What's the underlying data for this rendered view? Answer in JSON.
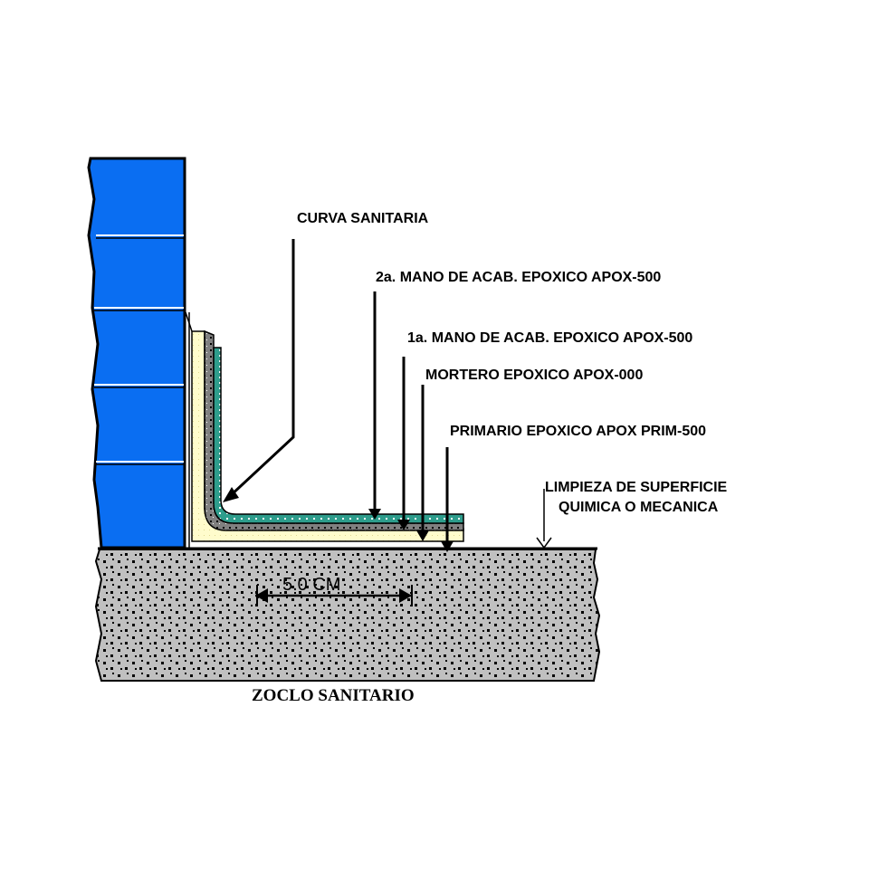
{
  "colors": {
    "brick": "#0a6ef2",
    "brick_outline": "#000000",
    "concrete": "#c0c0c0",
    "mortar_layer": "#808080",
    "primer_layer": "#fffccc",
    "finish_layer": "#2e9d8c",
    "ink": "#000000"
  },
  "labels": {
    "curva": "CURVA SANITARIA",
    "mano2": "2a. MANO DE ACAB. EPOXICO APOX-500",
    "mano1": "1a. MANO DE ACAB. EPOXICO APOX-500",
    "mortero": "MORTERO EPOXICO APOX-000",
    "primario": "PRIMARIO EPOXICO APOX PRIM-500",
    "limpieza_line1": "LIMPIEZA DE SUPERFICIE",
    "limpieza_line2": "QUIMICA O MECANICA"
  },
  "dimension": {
    "text": "5.0 CM"
  },
  "caption": "ZOCLO SANITARIO"
}
